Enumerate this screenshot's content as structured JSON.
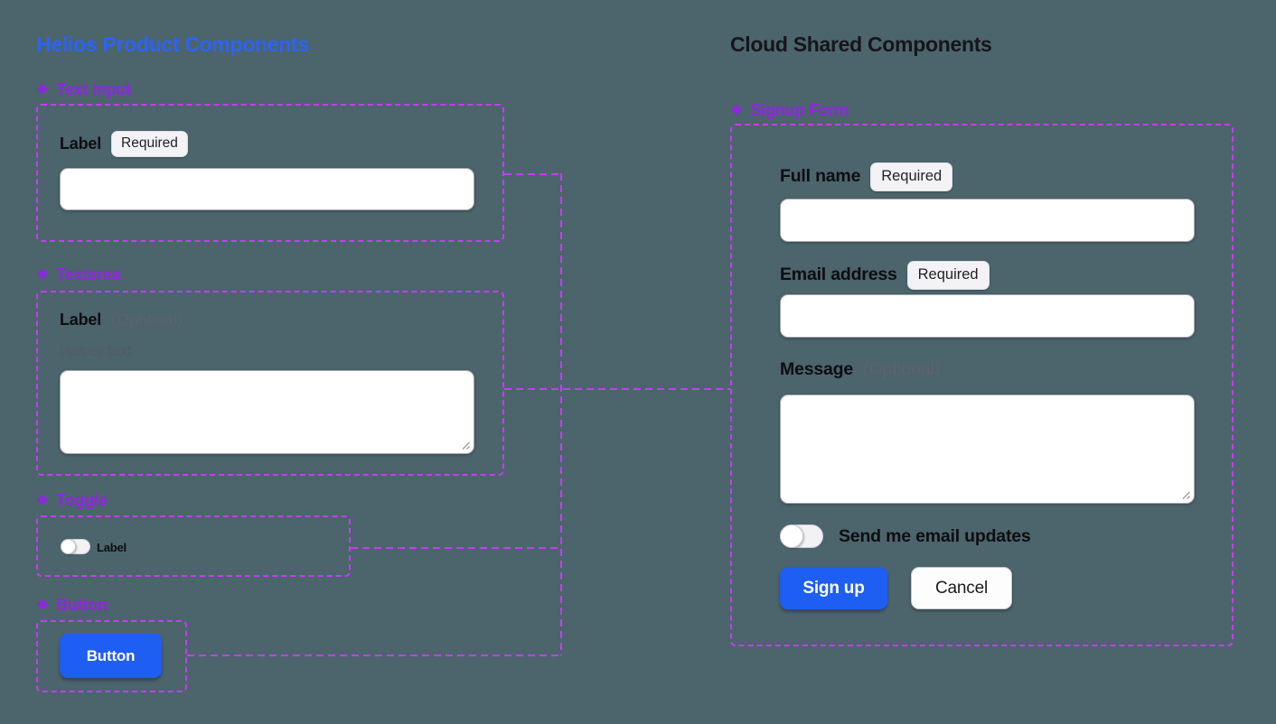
{
  "colors": {
    "background": "#4c646c",
    "brand_blue": "#2c63f6",
    "component_purple": "#9125e3",
    "dash_purple": "#c43df5",
    "button_blue": "#1e5ef2",
    "title_dark": "#15151b"
  },
  "icons": {
    "component": "❖"
  },
  "helios": {
    "title": "Helios Product Components",
    "text_input": {
      "header": "Text Input",
      "label": "Label",
      "badge": "Required"
    },
    "textarea": {
      "header": "Textarea",
      "label": "Label",
      "optional": "(Optional)",
      "helper": "Helper text"
    },
    "toggle": {
      "header": "Toggle",
      "label": "Label"
    },
    "button": {
      "header": "Button",
      "label": "Button"
    }
  },
  "cloud": {
    "title": "Cloud Shared Components",
    "signup": {
      "header": "Signup Form",
      "fields": [
        {
          "label": "Full name",
          "badge": "Required"
        },
        {
          "label": "Email address",
          "badge": "Required"
        },
        {
          "label": "Message",
          "optional": "(Optional)"
        }
      ],
      "toggle_label": "Send me email updates",
      "signup_label": "Sign up",
      "cancel_label": "Cancel"
    }
  }
}
